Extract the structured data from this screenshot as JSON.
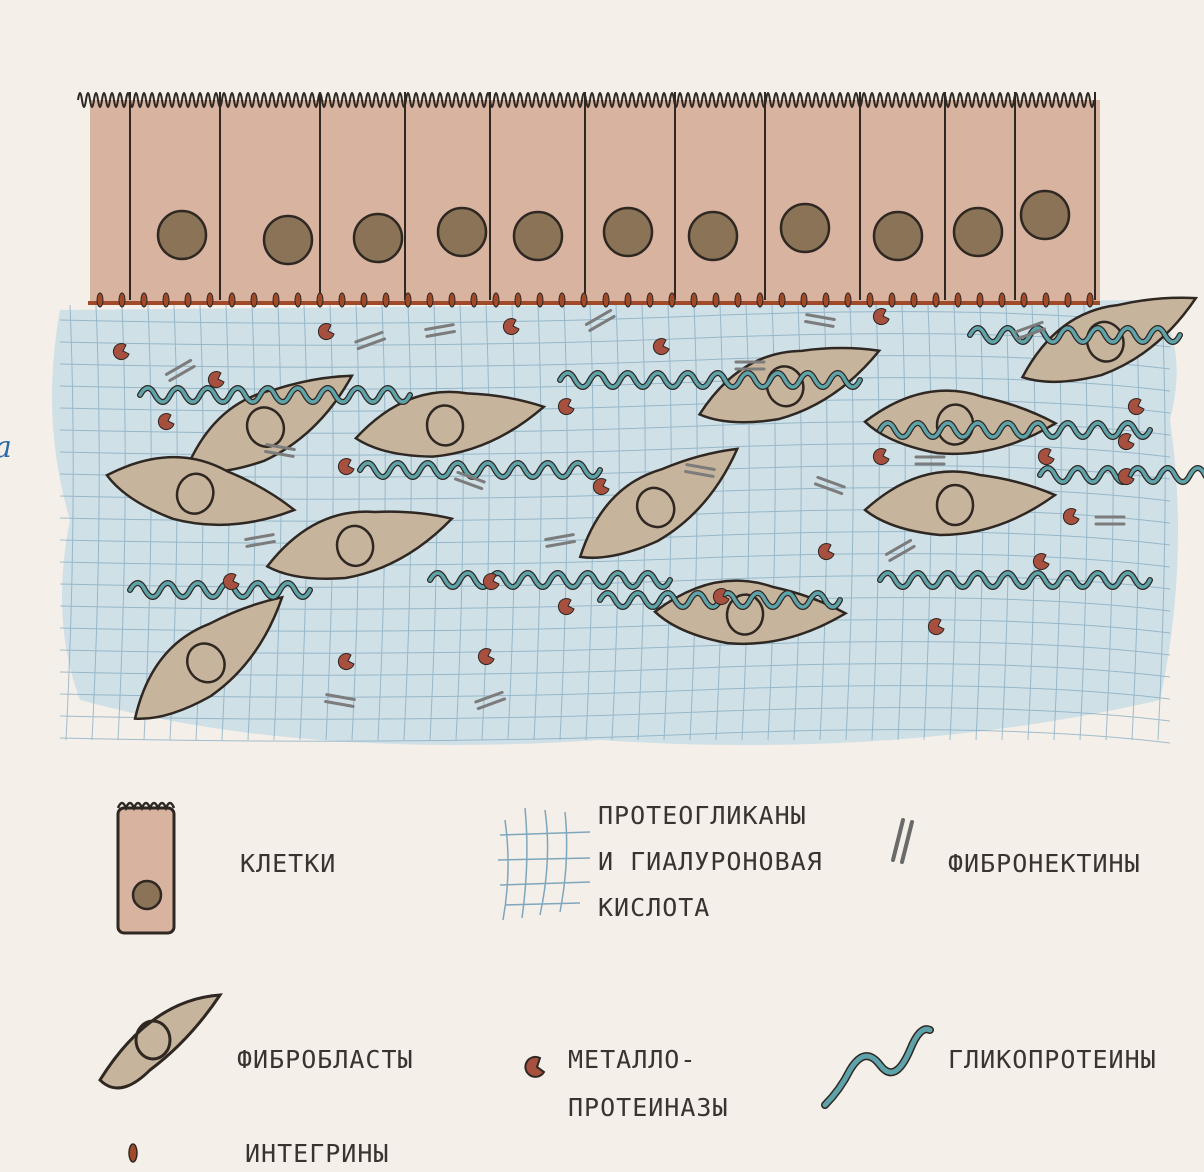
{
  "edge_letter": "a",
  "legend": {
    "cells": "КЛЕТКИ",
    "proteoglycans_line1": "ПРОТЕОГЛИКАНЫ",
    "proteoglycans_line2": "И ГИАЛУРОНОВАЯ",
    "proteoglycans_line3": "КИСЛОТА",
    "fibronectins": "ФИБРОНЕКТИНЫ",
    "fibroblasts": "ФИБРОБЛАСТЫ",
    "mmp_line1": "МЕТАЛЛО-",
    "mmp_line2": "ПРОТЕИНАЗЫ",
    "glycoproteins": "ГЛИКОПРОТЕИНЫ",
    "integrins": "ИНТЕГРИНЫ"
  },
  "colors": {
    "cell": "#d8b4a0",
    "nucleus": "#8a7356",
    "matrix": "#c9dde6",
    "fibroblast": "#c7b49c",
    "glycoprotein": "#5ea3aa",
    "mmp": "#a8503f",
    "fibronectin": "#7c7c7c",
    "ink": "#2e2722"
  }
}
